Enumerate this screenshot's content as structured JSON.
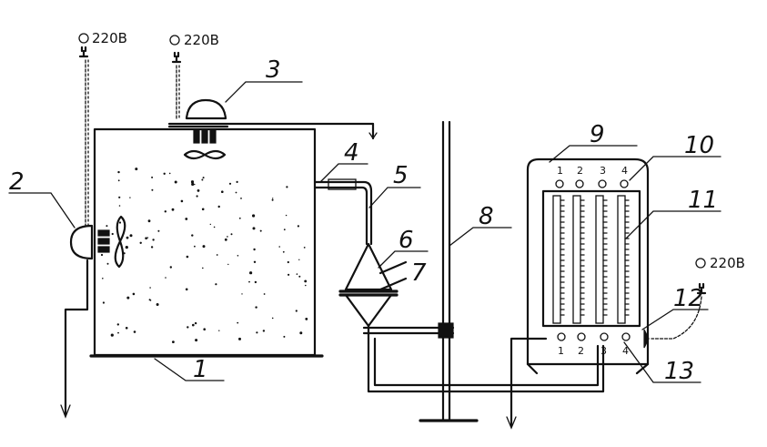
{
  "power": {
    "top_left": "220В",
    "top_mid": "220В",
    "right": "220В"
  },
  "labels": {
    "n1": "1",
    "n2": "2",
    "n3": "3",
    "n4": "4",
    "n5": "5",
    "n6": "6",
    "n7": "7",
    "n8": "8",
    "n9": "9",
    "n10": "10",
    "n11": "11",
    "n12": "12",
    "n13": "13"
  },
  "tubes": {
    "top": [
      "1",
      "2",
      "3",
      "4"
    ],
    "bottom": [
      "1",
      "2",
      "3",
      "4"
    ]
  }
}
